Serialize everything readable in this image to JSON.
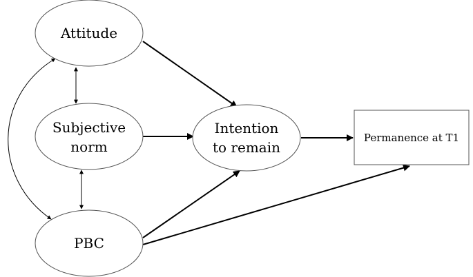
{
  "nodes": {
    "attitude": {
      "label": "Attitude"
    },
    "subjective_norm": {
      "line1": "Subjective",
      "line2": "norm"
    },
    "pbc": {
      "label": "PBC"
    },
    "intention": {
      "line1": "Intention",
      "line2": "to remain"
    },
    "permanence": {
      "label": "Permanence at T1"
    }
  },
  "edges": [
    {
      "from": "Attitude",
      "to": "Intention to remain",
      "type": "directed"
    },
    {
      "from": "Subjective norm",
      "to": "Intention to remain",
      "type": "directed"
    },
    {
      "from": "PBC",
      "to": "Intention to remain",
      "type": "directed"
    },
    {
      "from": "Intention to remain",
      "to": "Permanence at T1",
      "type": "directed"
    },
    {
      "from": "PBC",
      "to": "Permanence at T1",
      "type": "directed"
    },
    {
      "from": "Attitude",
      "to": "Subjective norm",
      "type": "bidirectional"
    },
    {
      "from": "Subjective norm",
      "to": "PBC",
      "type": "bidirectional"
    },
    {
      "from": "Attitude",
      "to": "PBC",
      "type": "bidirectional"
    }
  ]
}
